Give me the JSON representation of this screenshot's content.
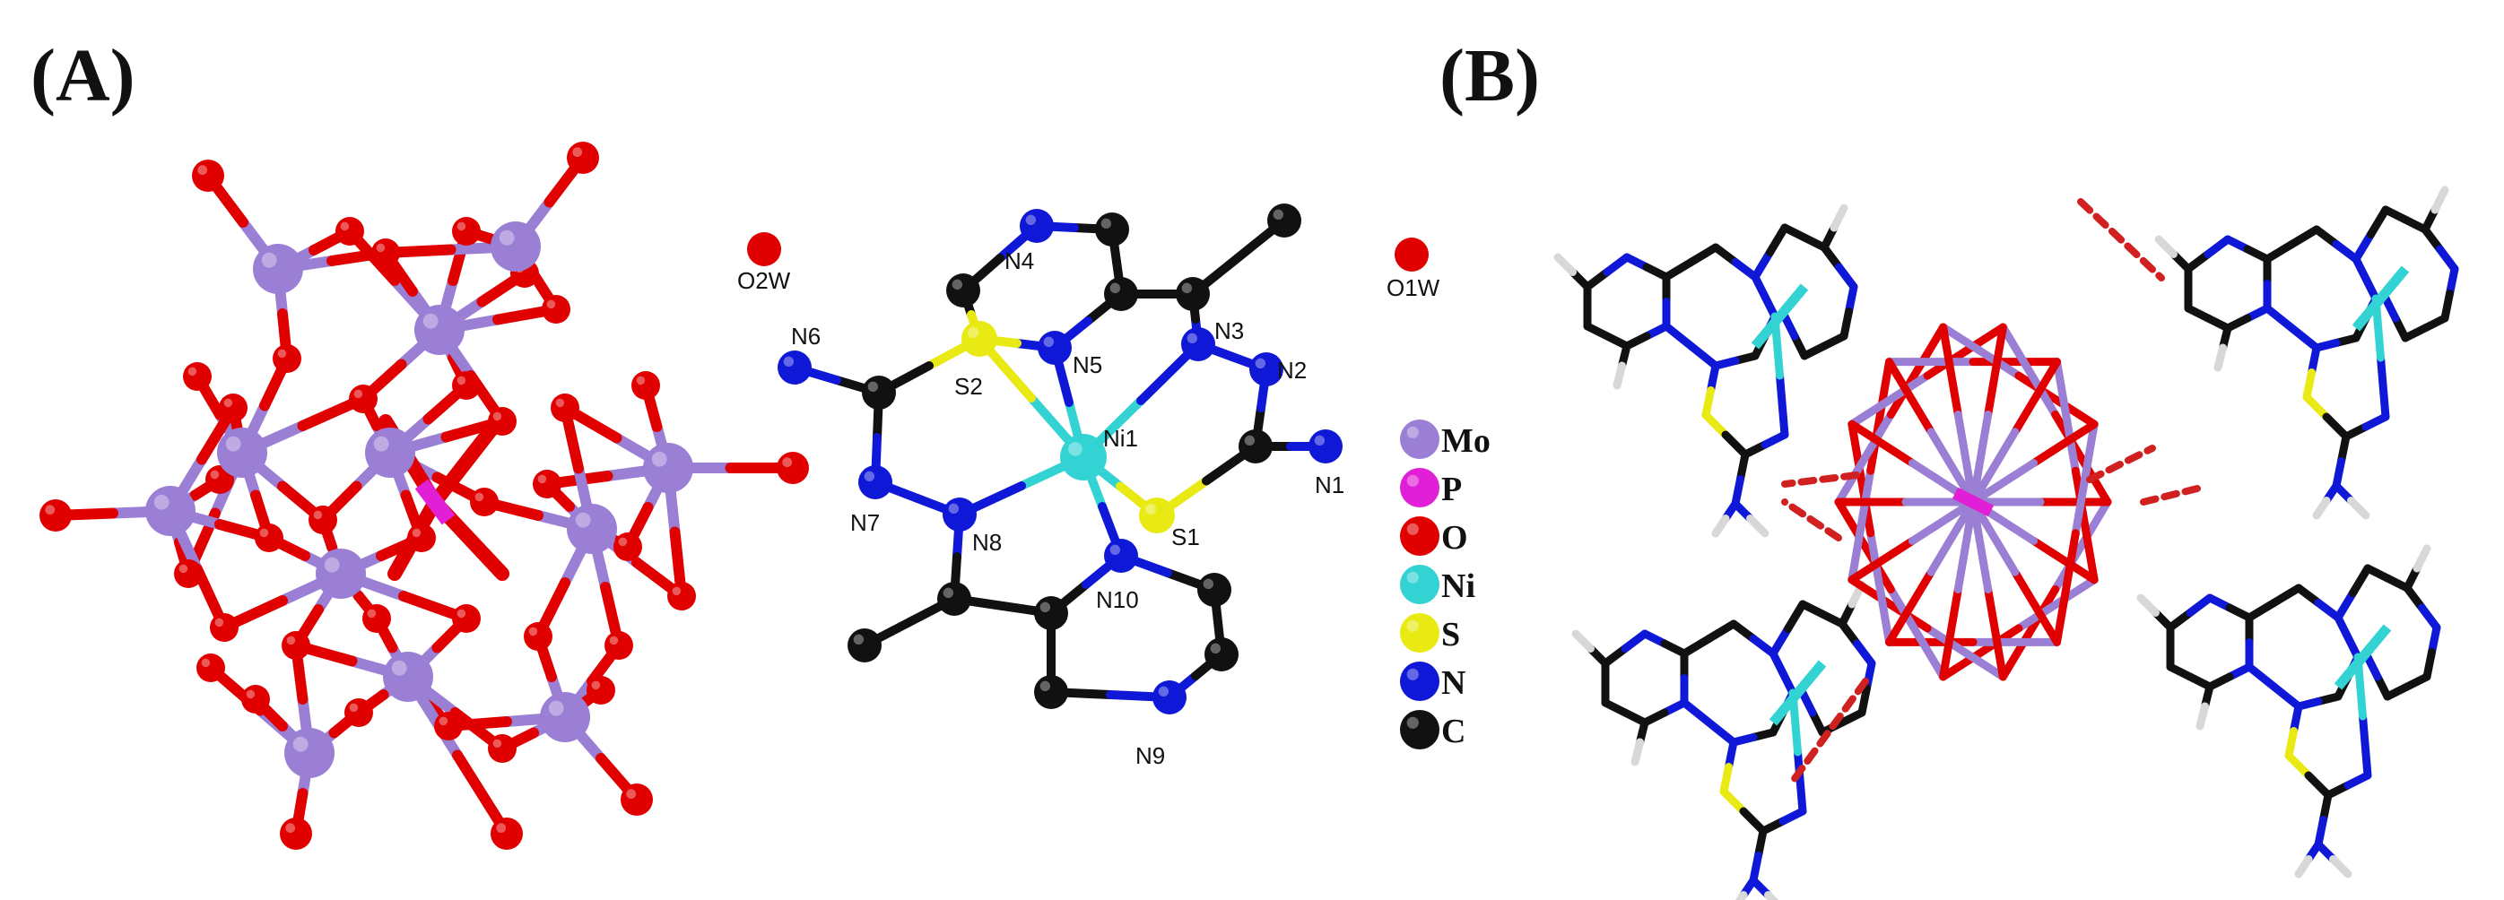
{
  "panels": {
    "a": {
      "label": "(A)"
    },
    "b": {
      "label": "(B)"
    }
  },
  "colors": {
    "mo": "#9b7fd4",
    "p": "#e01fd6",
    "o": "#e00000",
    "ni": "#34d3d3",
    "s": "#e9e914",
    "n": "#1018d8",
    "c": "#111111",
    "h": "#d8d8d8",
    "hbond": "#d02020"
  },
  "water_labels": {
    "o2w": "O2W",
    "o1w": "O1W"
  },
  "complex_labels": {
    "ni1": "Ni1",
    "s1": "S1",
    "s2": "S2",
    "n1": "N1",
    "n2": "N2",
    "n3": "N3",
    "n4": "N4",
    "n5": "N5",
    "n6": "N6",
    "n7": "N7",
    "n8": "N8",
    "n9": "N9",
    "n10": "N10"
  },
  "legend": [
    {
      "symbol": "Mo",
      "color_key": "mo"
    },
    {
      "symbol": "P",
      "color_key": "p"
    },
    {
      "symbol": "O",
      "color_key": "o"
    },
    {
      "symbol": "Ni",
      "color_key": "ni"
    },
    {
      "symbol": "S",
      "color_key": "s"
    },
    {
      "symbol": "N",
      "color_key": "n"
    },
    {
      "symbol": "C",
      "color_key": "c"
    }
  ]
}
